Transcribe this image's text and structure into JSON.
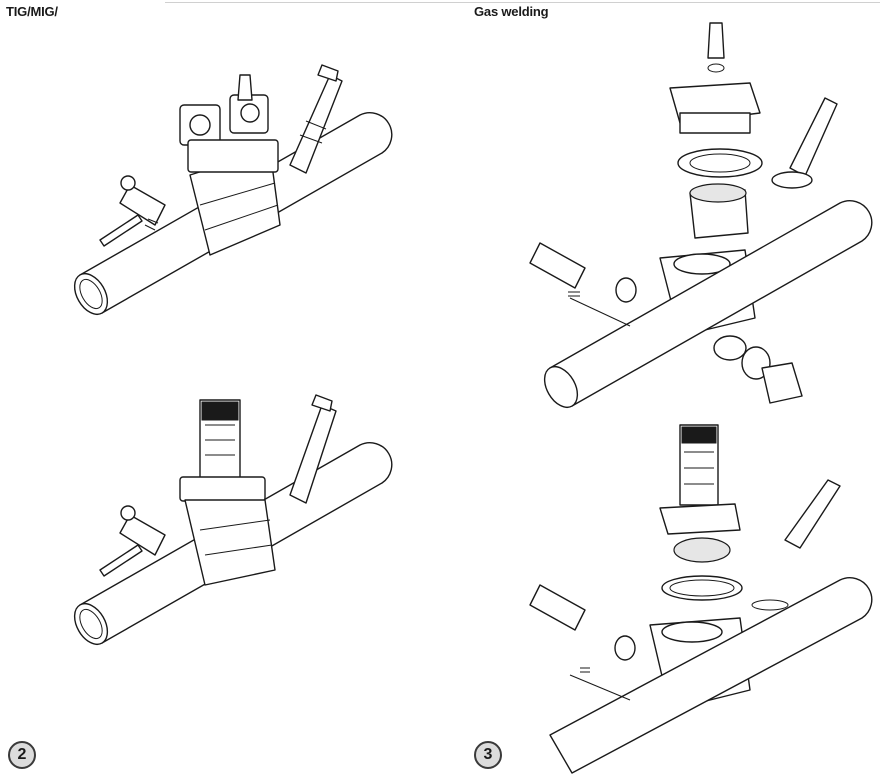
{
  "headings": {
    "left": "TIG/MIG/",
    "right": "Gas welding"
  },
  "steps": [
    {
      "number": "2"
    },
    {
      "number": "3"
    }
  ],
  "colors": {
    "ink": "#1a1a1a",
    "badge_fill": "#dcdcdc",
    "paper": "#ffffff"
  }
}
